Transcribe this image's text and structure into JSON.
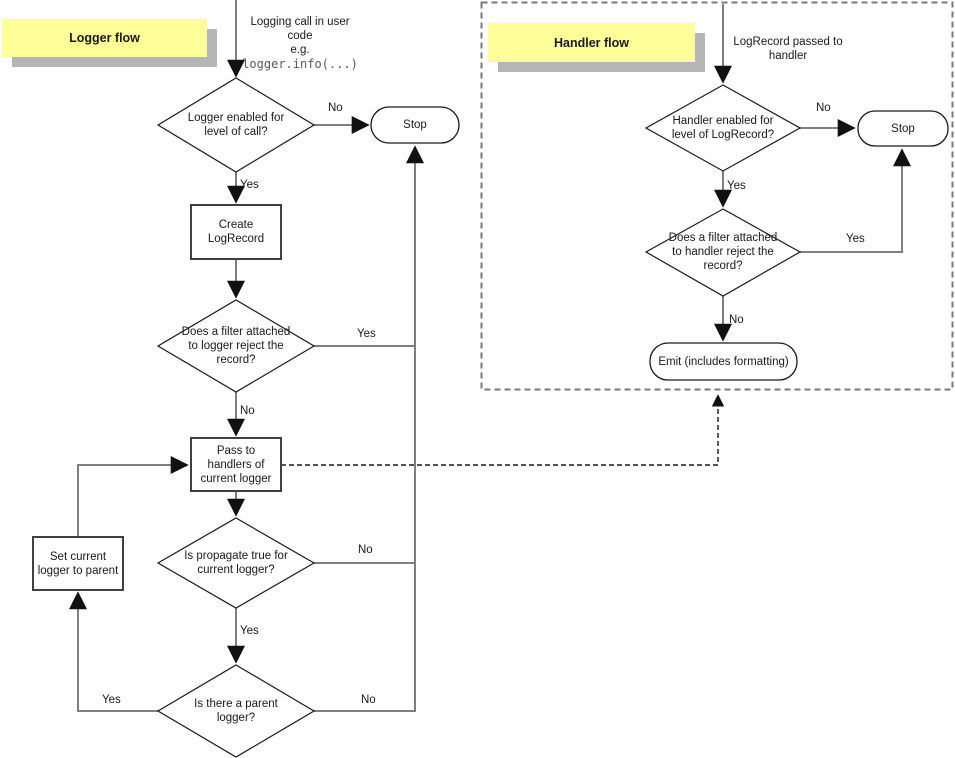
{
  "titles": {
    "logger_flow": "Logger flow",
    "handler_flow": "Handler flow"
  },
  "colors": {
    "note_yellow": "#ffff99",
    "note_shadow": "#b5b5b5",
    "connector_gray": "#7f7f7f",
    "shape_border": "#1a1a1a",
    "code_gray": "#595959"
  },
  "logger": {
    "entry": {
      "line1": "Logging call in user",
      "line2": "code",
      "line3": "e.g.",
      "code_line": "logger.info(...)"
    },
    "decision_enabled": {
      "line1": "Logger enabled for",
      "line2": "level of call?"
    },
    "stop_label": "Stop",
    "create_logrecord": {
      "line1": "Create",
      "line2": "LogRecord"
    },
    "decision_filter": {
      "line1": "Does a filter attached",
      "line2": "to logger reject the",
      "line3": "record?"
    },
    "pass_to_handlers": {
      "line1": "Pass to",
      "line2": "handlers of",
      "line3": "current logger"
    },
    "decision_propagate": {
      "line1": "Is propagate true for",
      "line2": "current logger?"
    },
    "decision_parent": {
      "line1": "Is there a parent",
      "line2": "logger?"
    },
    "set_current": {
      "line1": "Set current",
      "line2": "logger to parent"
    },
    "labels": {
      "enabled_no": "No",
      "enabled_yes": "Yes",
      "filter_yes": "Yes",
      "filter_no": "No",
      "propagate_no": "No",
      "propagate_yes": "Yes",
      "parent_no": "No",
      "parent_yes": "Yes"
    }
  },
  "handler": {
    "entry": {
      "line1": "LogRecord passed to",
      "line2": "handler"
    },
    "decision_enabled": {
      "line1": "Handler enabled for",
      "line2": "level of LogRecord?"
    },
    "stop_label": "Stop",
    "decision_filter": {
      "line1": "Does a filter attached",
      "line2": "to handler reject the",
      "line3": "record?"
    },
    "emit_label": "Emit (includes formatting)",
    "labels": {
      "enabled_no": "No",
      "enabled_yes": "Yes",
      "filter_yes": "Yes",
      "filter_no": "No"
    }
  }
}
